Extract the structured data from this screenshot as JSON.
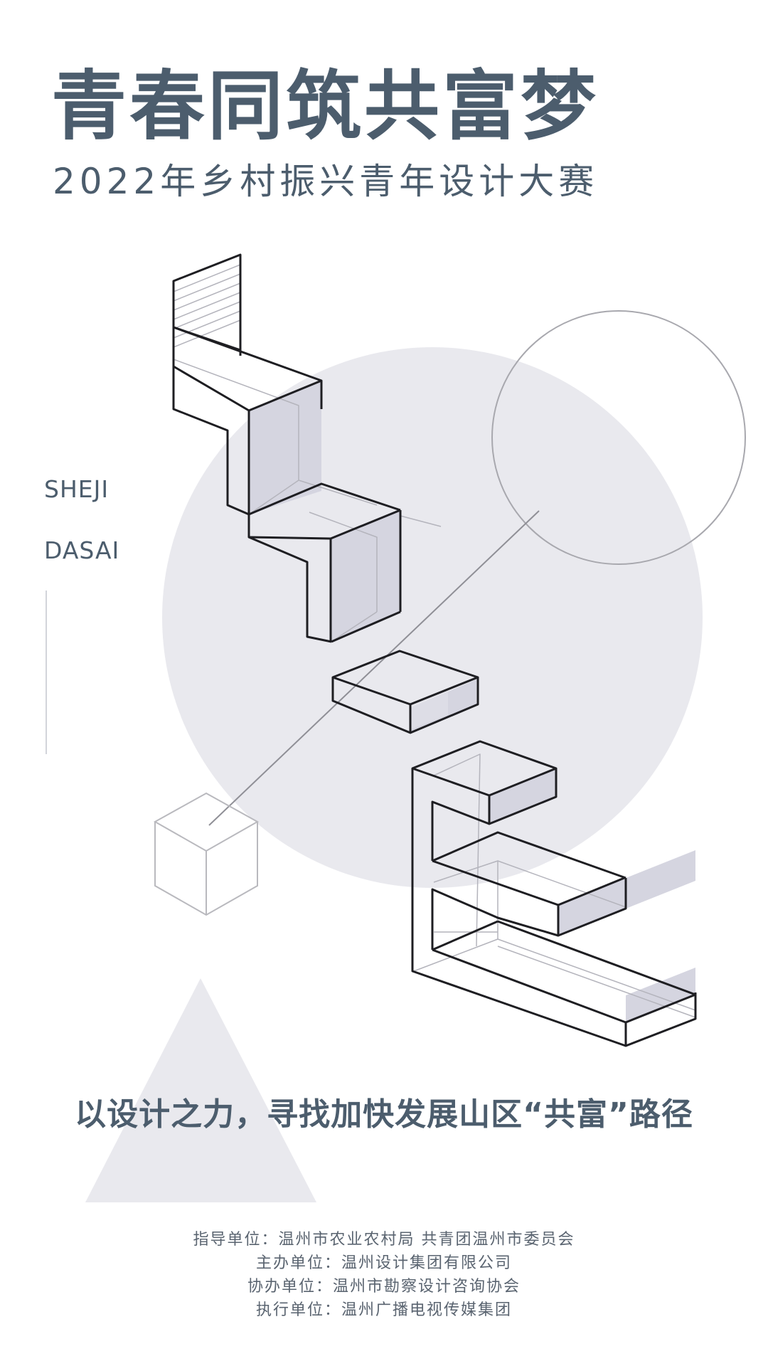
{
  "title": "青春同筑共富梦",
  "subtitle": "2022年乡村振兴青年设计大赛",
  "side": {
    "word1": "SHEJI",
    "word2": "DASAI"
  },
  "slogan": "以设计之力，寻找加快发展山区“共富”路径",
  "credits": [
    "指导单位：温州市农业农村局  共青团温州市委员会",
    "主办单位：温州设计集团有限公司",
    "协办单位：温州市勘察设计咨询协会",
    "执行单位：温州广播电视传媒集团"
  ],
  "colors": {
    "text": "#4c5d6d",
    "disc": "#e9e9ee",
    "shade": "#d8d8e2",
    "line": "#222222"
  }
}
